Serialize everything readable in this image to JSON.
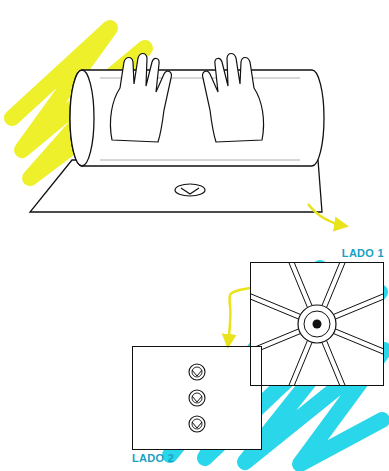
{
  "diagram": {
    "nodes": [
      {
        "text": [
          "LADO 1"
        ]
      },
      {
        "text": [
          "LADO 2"
        ]
      }
    ],
    "edges": [
      {
        "from": 0,
        "to": 1,
        "arrow": "to"
      }
    ]
  }
}
